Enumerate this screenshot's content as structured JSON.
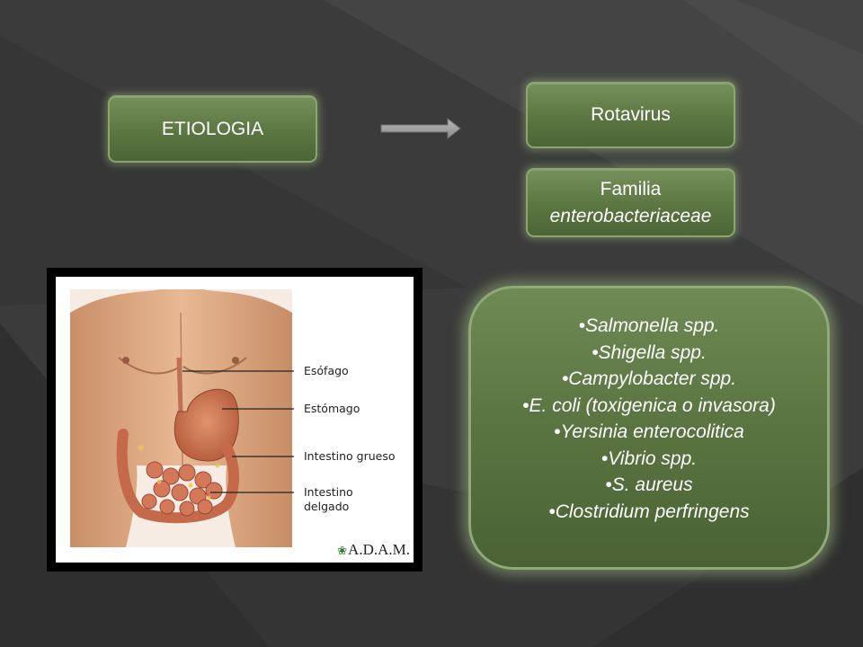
{
  "etiologia": {
    "label": "ETIOLOGIA"
  },
  "rotavirus": {
    "label": "Rotavirus"
  },
  "familia": {
    "line1": "Familia",
    "line2": "enterobacteriaceae"
  },
  "list": {
    "items": [
      "•Salmonella spp.",
      "•Shigella spp.",
      "•Campylobacter spp.",
      "•E. coli (toxigenica o invasora)",
      "•Yersinia enterocolitica",
      "•Vibrio spp.",
      "•S. aureus",
      "•Clostridium perfringens"
    ]
  },
  "anatomy": {
    "labels": {
      "esofago": "Esófago",
      "estomago": "Estómago",
      "grueso": "Intestino grueso",
      "delgado_1": "Intestino",
      "delgado_2": "delgado"
    },
    "logo": "A.D.A.M."
  },
  "colors": {
    "box_green": "#5c7642",
    "box_border": "#8aa56e",
    "background": "#3b3b3b"
  }
}
